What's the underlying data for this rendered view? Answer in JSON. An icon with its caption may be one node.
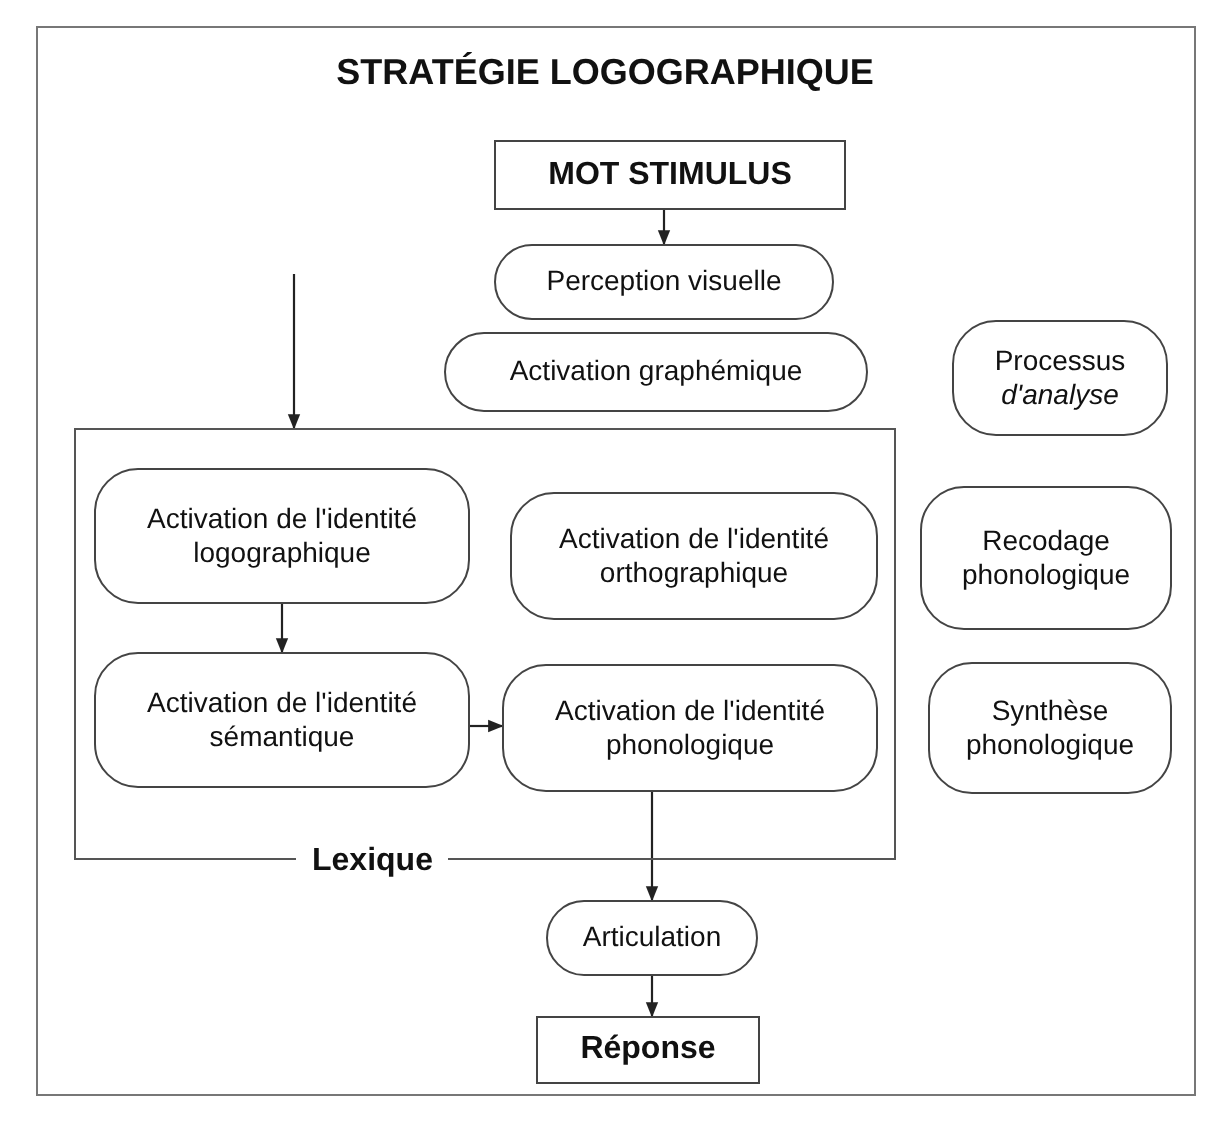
{
  "diagram": {
    "title": "STRATÉGIE LOGOGRAPHIQUE",
    "nodes": [
      {
        "text": [
          "MOT STIMULUS"
        ]
      },
      {
        "text": [
          "Perception visuelle"
        ]
      },
      {
        "text": [
          "Activation graphémique"
        ]
      },
      {
        "text": [
          "Processus *d'analyse*"
        ]
      },
      {
        "text": [
          "Lexique"
        ]
      },
      {
        "text": [
          "Activation de l'identité logographique"
        ],
        "in": 4
      },
      {
        "text": [
          "Activation de l'identité orthographique"
        ],
        "in": 4
      },
      {
        "text": [
          "Activation de l'identité sémantique"
        ],
        "in": 4
      },
      {
        "text": [
          "Activation de l'identité phonologique"
        ],
        "in": 4
      },
      {
        "text": [
          "Recodage phonologique"
        ]
      },
      {
        "text": [
          "Synthèse phonologique"
        ]
      },
      {
        "text": [
          "Articulation"
        ]
      },
      {
        "text": [
          "Réponse"
        ]
      }
    ],
    "edges": [
      {
        "from": 0,
        "to": 1,
        "arrow": "to"
      },
      {
        "from": null,
        "to": 4,
        "arrow": "to"
      },
      {
        "from": 5,
        "to": 7,
        "arrow": "to"
      },
      {
        "from": 7,
        "to": 8,
        "arrow": "to"
      },
      {
        "from": 8,
        "to": 11,
        "arrow": "to"
      },
      {
        "from": 11,
        "to": 12,
        "arrow": "to"
      }
    ]
  }
}
